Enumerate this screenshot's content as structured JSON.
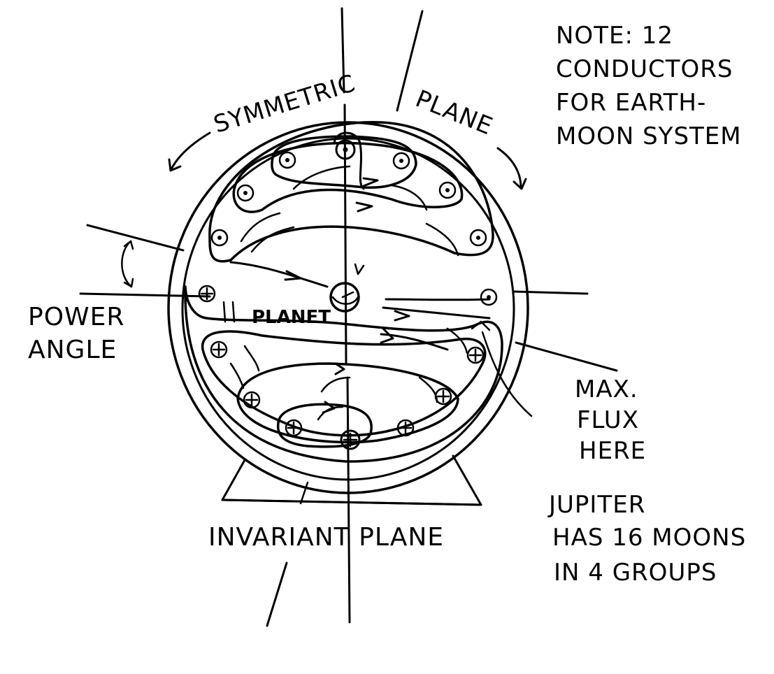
{
  "labels": {
    "symmetric": "SYMMETRIC",
    "plane_top": "PLANE",
    "power": "POWER",
    "angle": "ANGLE",
    "planet": "PLANET",
    "max": "MAX.",
    "flux": "FLUX",
    "here": "HERE",
    "invariant_plane": "INVARIANT PLANE"
  },
  "note": {
    "line1": "NOTE: 12",
    "line2": "CONDUCTORS",
    "line3": "FOR EARTH-",
    "line4": "MOON SYSTEM"
  },
  "jupiter": {
    "line1": "JUPITER",
    "line2": "HAS 16 MOONS",
    "line3": "IN 4 GROUPS"
  },
  "conductors": {
    "dot_symbol": "⊙",
    "cross_symbol": "⊕"
  },
  "colors": {
    "ink": "#000000",
    "paper": "#ffffff"
  }
}
